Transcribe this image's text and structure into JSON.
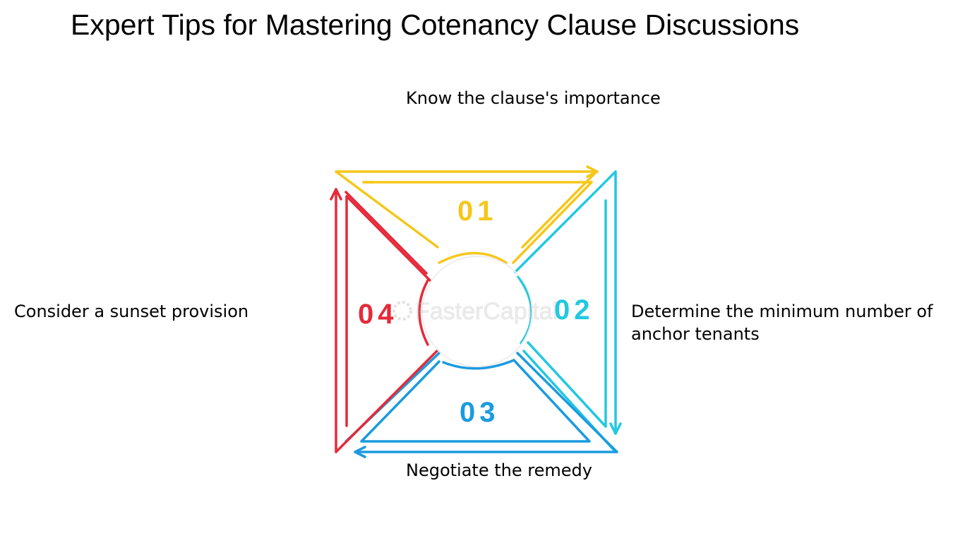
{
  "title": "Expert Tips for Mastering Cotenancy Clause Discussions",
  "steps": [
    {
      "number": "01",
      "label": "Know the clause's importance",
      "color": "#f5c71a"
    },
    {
      "number": "02",
      "label": "Determine the minimum number of anchor tenants",
      "color": "#22c8e0"
    },
    {
      "number": "03",
      "label": "Negotiate the remedy",
      "color": "#1a9be0"
    },
    {
      "number": "04",
      "label": "Consider a sunset provision",
      "color": "#e52a3a"
    }
  ],
  "watermark": "FasterCapital"
}
